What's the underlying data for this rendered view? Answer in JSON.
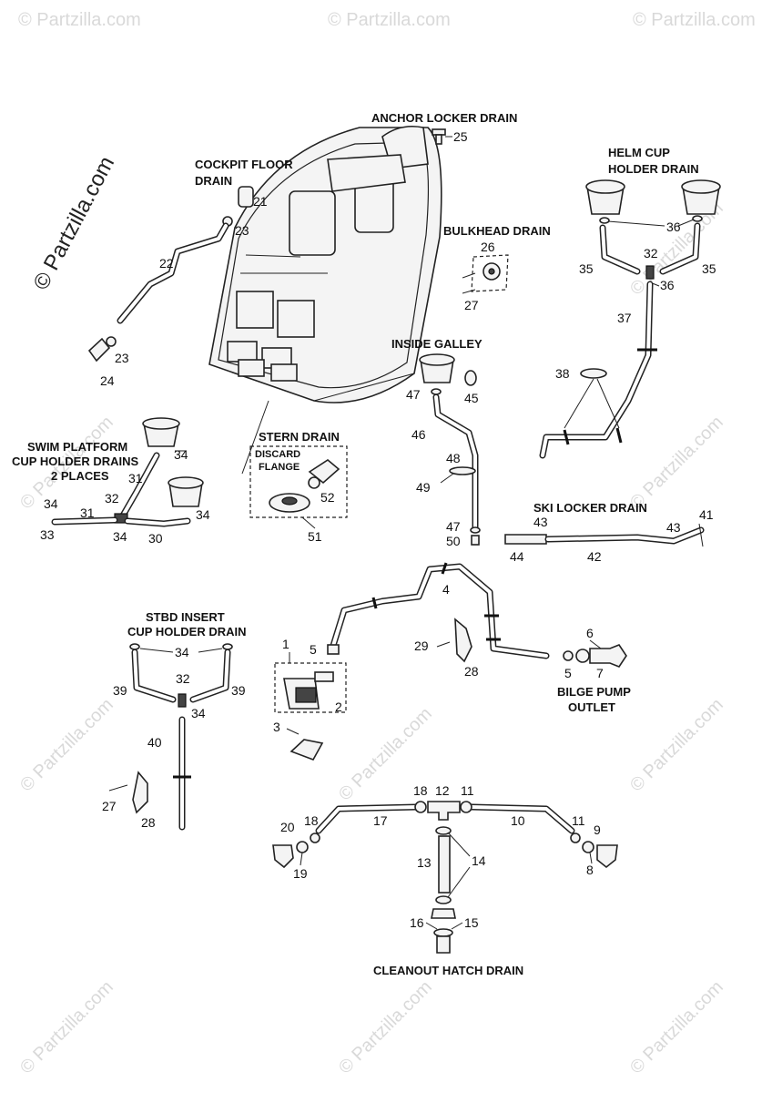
{
  "watermark": {
    "copyright": "© Partzilla.com",
    "text": "© Partzilla.com"
  },
  "sections": {
    "anchor_locker": "ANCHOR LOCKER DRAIN",
    "cockpit_floor_1": "COCKPIT FLOOR",
    "cockpit_floor_2": "DRAIN",
    "helm_cup_1": "HELM CUP",
    "helm_cup_2": "HOLDER DRAIN",
    "bulkhead": "BULKHEAD DRAIN",
    "inside_galley": "INSIDE GALLEY",
    "stern_drain": "STERN DRAIN",
    "discard_1": "DISCARD",
    "discard_2": "FLANGE",
    "swim_1": "SWIM PLATFORM",
    "swim_2": "CUP HOLDER DRAINS",
    "swim_3": "2 PLACES",
    "ski_locker": "SKI LOCKER DRAIN",
    "stbd_1": "STBD INSERT",
    "stbd_2": "CUP HOLDER DRAIN",
    "bilge_1": "BILGE PUMP",
    "bilge_2": "OUTLET",
    "cleanout": "CLEANOUT HATCH DRAIN"
  },
  "labels": {
    "l25": "25",
    "l21": "21",
    "l23a": "23",
    "l22": "22",
    "l23b": "23",
    "l24": "24",
    "l26": "26",
    "l27a": "27",
    "l36a": "36",
    "l36b": "36",
    "l32a": "32",
    "l35a": "35",
    "l35b": "35",
    "l37": "37",
    "l38": "38",
    "l47a": "47",
    "l45": "45",
    "l46": "46",
    "l48": "48",
    "l49": "49",
    "l47b": "47",
    "l50": "50",
    "l52": "52",
    "l51": "51",
    "l34a": "34",
    "l31a": "31",
    "l32b": "32",
    "l34b": "34",
    "l33": "33",
    "l31b": "31",
    "l34c": "34",
    "l30": "30",
    "l34d": "34",
    "l43a": "43",
    "l41": "41",
    "l43b": "43",
    "l44": "44",
    "l42": "42",
    "l4": "4",
    "l1": "1",
    "l5a": "5",
    "l2": "2",
    "l3": "3",
    "l29": "29",
    "l28a": "28",
    "l6": "6",
    "l5b": "5",
    "l7": "7",
    "l34e": "34",
    "l32c": "32",
    "l39a": "39",
    "l39b": "39",
    "l34f": "34",
    "l40": "40",
    "l27b": "27",
    "l28b": "28",
    "l18a": "18",
    "l12": "12",
    "l11a": "11",
    "l17": "17",
    "l10": "10",
    "l20": "20",
    "l18b": "18",
    "l19": "19",
    "l14": "14",
    "l13": "13",
    "l11b": "11",
    "l9": "9",
    "l8": "8",
    "l16": "16",
    "l15": "15"
  }
}
